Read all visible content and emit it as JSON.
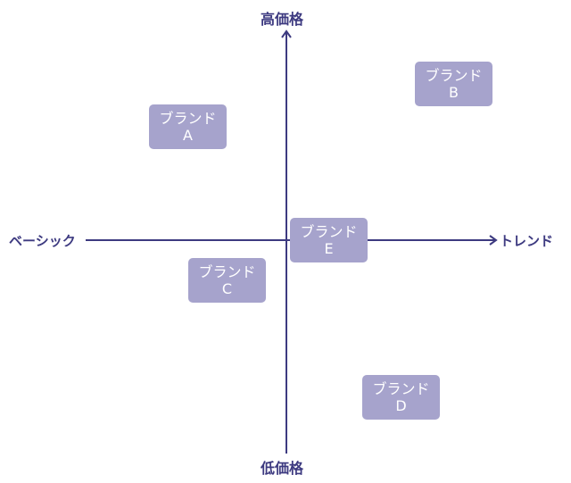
{
  "axes": {
    "top": "高価格",
    "bottom": "低価格",
    "left": "ベーシック",
    "right": "トレンド"
  },
  "brands": [
    {
      "name": "ブランド",
      "letter": "A"
    },
    {
      "name": "ブランド",
      "letter": "B"
    },
    {
      "name": "ブランド",
      "letter": "C"
    },
    {
      "name": "ブランド",
      "letter": "D"
    },
    {
      "name": "ブランド",
      "letter": "E"
    }
  ],
  "colors": {
    "axis": "#3d3a80",
    "box": "#a6a3cc"
  }
}
